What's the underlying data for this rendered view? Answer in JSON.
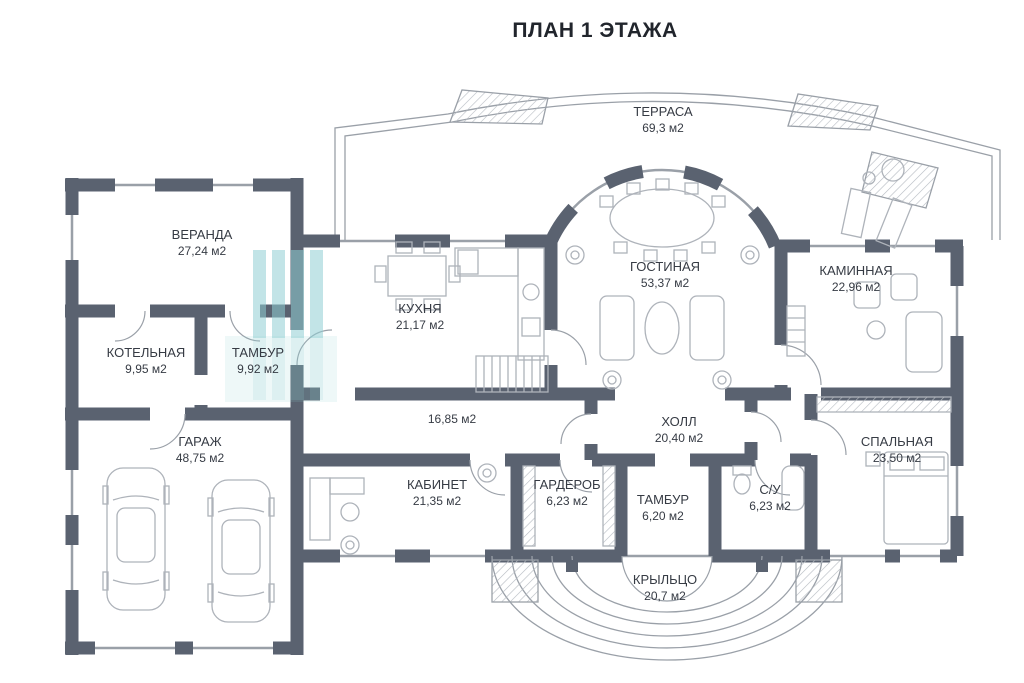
{
  "title": "ПЛАН 1 ЭТАЖА",
  "rooms": {
    "terrace": {
      "name": "ТЕРРАСА",
      "area": "69,3 м2"
    },
    "veranda": {
      "name": "ВЕРАНДА",
      "area": "27,24 м2"
    },
    "living": {
      "name": "ГОСТИНАЯ",
      "area": "53,37 м2"
    },
    "fireplace": {
      "name": "КАМИННАЯ",
      "area": "22,96 м2"
    },
    "kitchen": {
      "name": "КУХНЯ",
      "area": "21,17 м2"
    },
    "boiler": {
      "name": "КОТЕЛЬНАЯ",
      "area": "9,95 м2"
    },
    "vestibule1": {
      "name": "ТАМБУР",
      "area": "9,92 м2"
    },
    "stairs": {
      "name": "",
      "area": "16,85 м2"
    },
    "hall": {
      "name": "ХОЛЛ",
      "area": "20,40 м2"
    },
    "garage": {
      "name": "ГАРАЖ",
      "area": "48,75 м2"
    },
    "bedroom": {
      "name": "СПАЛЬНАЯ",
      "area": "23,50 м2"
    },
    "office": {
      "name": "КАБИНЕТ",
      "area": "21,35 м2"
    },
    "wardrobe": {
      "name": "ГАРДЕРОБ",
      "area": "6,23 м2"
    },
    "bathroom": {
      "name": "С/У",
      "area": "6,23 м2"
    },
    "vestibule2": {
      "name": "ТАМБУР",
      "area": "6,20 м2"
    },
    "porch": {
      "name": "КРЫЛЬЦО",
      "area": "20,7 м2"
    }
  },
  "colors": {
    "wall": "#5a6270",
    "outline": "#9aa0a8",
    "furniture": "#aeb3ba",
    "watermark": "#8fcdd3"
  }
}
